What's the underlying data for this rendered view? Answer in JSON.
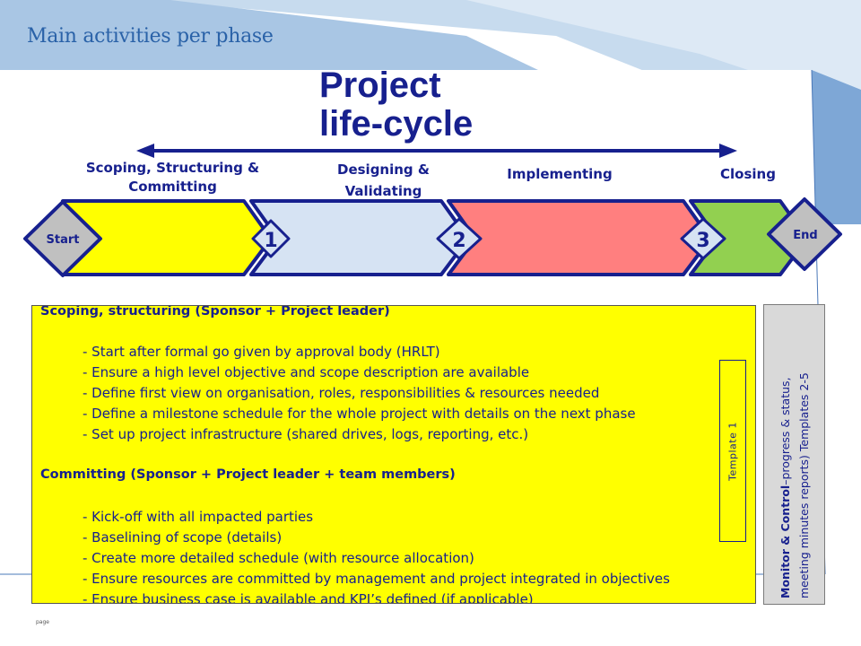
{
  "slide": {
    "title": "Main activities per phase",
    "big_title_line1": "Project",
    "big_title_line2": "life-cycle",
    "page_label": "page"
  },
  "phases": [
    {
      "label_line1": "Scoping, Structuring &",
      "label_line2": "Committing",
      "color": "#ffff00"
    },
    {
      "label_line1": "Designing &",
      "label_line2": "Validating",
      "color": "#d6e3f3"
    },
    {
      "label_line1": "Implementing",
      "label_line2": "",
      "color": "#ff7f7f"
    },
    {
      "label_line1": "Closing",
      "label_line2": "",
      "color": "#92d050"
    }
  ],
  "nodes": {
    "start": "Start",
    "one": "1",
    "two": "2",
    "three": "3",
    "end": "End"
  },
  "content": {
    "section1_title": "Scoping, structuring  (Sponsor + Project leader)",
    "section1_items": [
      "- Start after formal go given by approval body (HRLT)",
      "- Ensure a high level objective and scope description are available",
      "- Define first view on organisation, roles, responsibilities & resources needed",
      "- Define a milestone schedule for the whole project with details on the next phase",
      "- Set up project infrastructure (shared drives, logs, reporting, etc.)"
    ],
    "section2_title": "Committing  (Sponsor + Project leader + team members)",
    "section2_items": [
      "- Kick-off with all impacted parties",
      "- Baselining of scope (details)",
      "- Create more detailed schedule (with resource allocation)",
      "- Ensure resources are committed by management and project integrated in objectives",
      "- Ensure business case is available and KPI’s defined (if applicable)"
    ]
  },
  "template_label": "Template 1",
  "monitor": {
    "bold": "Monitor & Control",
    "rest_line1": "–progress & status,",
    "line2": "meeting minutes reports) Templates 2-5"
  },
  "colors": {
    "accent": "#17208e",
    "title_blue": "#2a62a8"
  }
}
